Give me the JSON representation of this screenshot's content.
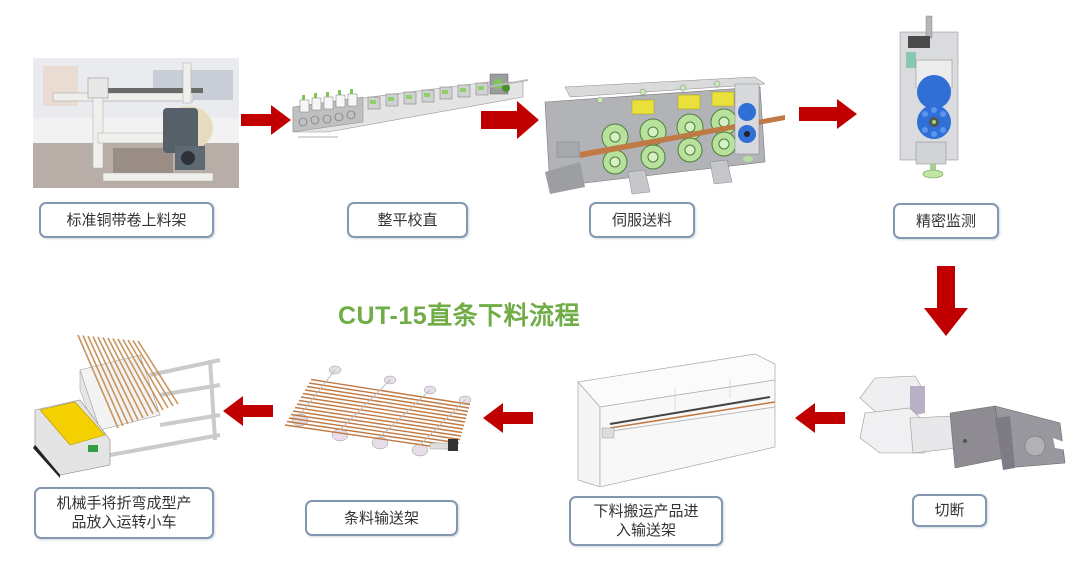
{
  "title": "CUT-15直条下料流程",
  "colors": {
    "title_green": "#70ad47",
    "arrow_red": "#c00000",
    "label_border": "#8497b0",
    "roller_green": "#a9d18e",
    "copper_strip": "#c07a45",
    "blue_part": "#2f6fd6",
    "agv_yellow": "#f5d000"
  },
  "steps": [
    {
      "id": 1,
      "label": "标准铜带卷上料架",
      "image": "coil-feeding-rack-photo"
    },
    {
      "id": 2,
      "label": "整平校直",
      "image": "leveling-straightening-machine"
    },
    {
      "id": 3,
      "label": "伺服送料",
      "image": "servo-feeding-unit"
    },
    {
      "id": 4,
      "label": "精密监测",
      "image": "precision-monitoring-unit"
    },
    {
      "id": 5,
      "label": "切断",
      "image": "cutting-unit"
    },
    {
      "id": 6,
      "label": "下料搬运产品进入输送架",
      "line1": "下料搬运产品进",
      "line2": "入输送架",
      "image": "unloading-transfer-unit"
    },
    {
      "id": 7,
      "label": "条料输送架",
      "image": "strip-conveyor-rack"
    },
    {
      "id": 8,
      "label": "机械手将折弯成型产品放入运转小车",
      "line1": "机械手将折弯成型产",
      "line2": "品放入运转小车",
      "image": "robot-agv-cart"
    }
  ],
  "arrows": [
    {
      "from": 1,
      "to": 2,
      "direction": "right"
    },
    {
      "from": 2,
      "to": 3,
      "direction": "right"
    },
    {
      "from": 3,
      "to": 4,
      "direction": "right"
    },
    {
      "from": 4,
      "to": 5,
      "direction": "down"
    },
    {
      "from": 5,
      "to": 6,
      "direction": "left"
    },
    {
      "from": 6,
      "to": 7,
      "direction": "left"
    },
    {
      "from": 7,
      "to": 8,
      "direction": "left"
    }
  ]
}
